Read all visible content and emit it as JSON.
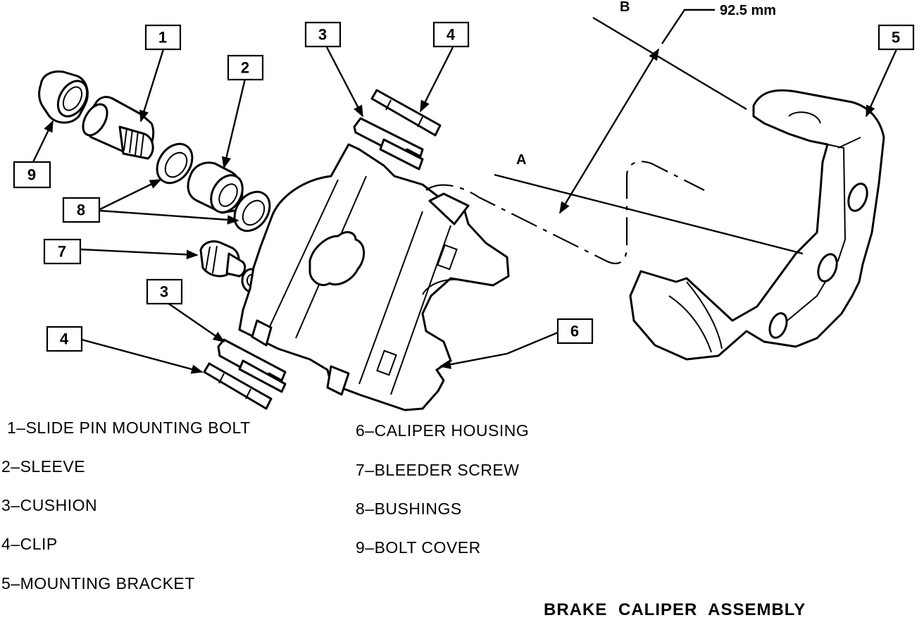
{
  "callouts": [
    {
      "num": "1"
    },
    {
      "num": "2"
    },
    {
      "num": "3"
    },
    {
      "num": "4"
    },
    {
      "num": "5"
    },
    {
      "num": "6"
    },
    {
      "num": "7"
    },
    {
      "num": "8"
    },
    {
      "num": "9"
    },
    {
      "num": "3"
    },
    {
      "num": "4"
    }
  ],
  "dimension": {
    "label": "92.5 mm",
    "point_a": "A",
    "point_b": "B"
  },
  "legend": [
    {
      "text": "1–SLIDE PIN MOUNTING BOLT"
    },
    {
      "text": "2–SLEEVE"
    },
    {
      "text": "3–CUSHION"
    },
    {
      "text": "4–CLIP"
    },
    {
      "text": "5–MOUNTING BRACKET"
    },
    {
      "text": "6–CALIPER HOUSING"
    },
    {
      "text": "7–BLEEDER SCREW"
    },
    {
      "text": "8–BUSHINGS"
    },
    {
      "text": "9–BOLT COVER"
    }
  ],
  "title": "BRAKE  CALIPER  ASSEMBLY"
}
